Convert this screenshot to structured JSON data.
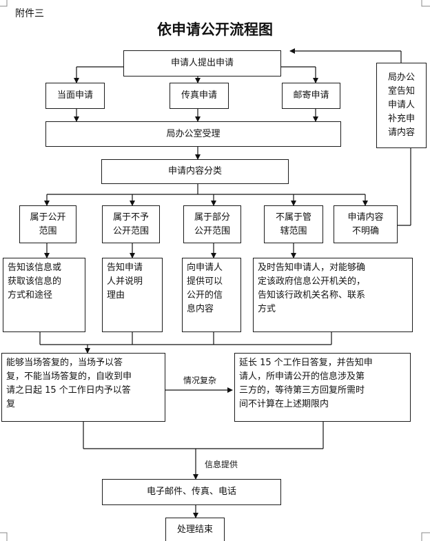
{
  "header": {
    "annex": "附件三",
    "title": "依申请公开流程图"
  },
  "nodes": {
    "apply": "申请人提出申请",
    "in_person": "当面申请",
    "fax": "传真申请",
    "mail": "邮寄申请",
    "supplement": "局办公\n室告知\n申请人\n补充申\n请内容",
    "accept": "局办公室受理",
    "classify": "申请内容分类",
    "cat_public": "属于公开\n范围",
    "cat_nonpublic": "属于不予\n公开范围",
    "cat_partial": "属于部分\n公开范围",
    "cat_outside": "不属于管\n辖范围",
    "cat_unclear": "申请内容\n不明确",
    "act_public": "告知该信息或\n获取该信息的\n方式和途径",
    "act_nonpublic": "告知申请\n人并说明\n理由",
    "act_partial": "向申请人\n提供可以\n公开的信\n息内容",
    "act_outside": "及时告知申请人，对能够确\n定该政府信息公开机关的，\n告知该行政机关名称、联系\n方式",
    "reply_now": "能够当场答复的，当场予以答\n复，不能当场答复的，自收到申\n请之日起 15 个工作日内予以答\n复",
    "reply_extend": "延长 15 个工作日答复，并告知申\n请人，所申请公开的信息涉及第\n三方的，等待第三方回复所需时\n间不计算在上述期限内",
    "delivery": "电子邮件、传真、电话",
    "end": "处理结束"
  },
  "edge_labels": {
    "complex": "情况复杂",
    "info_provided": "信息提供"
  }
}
